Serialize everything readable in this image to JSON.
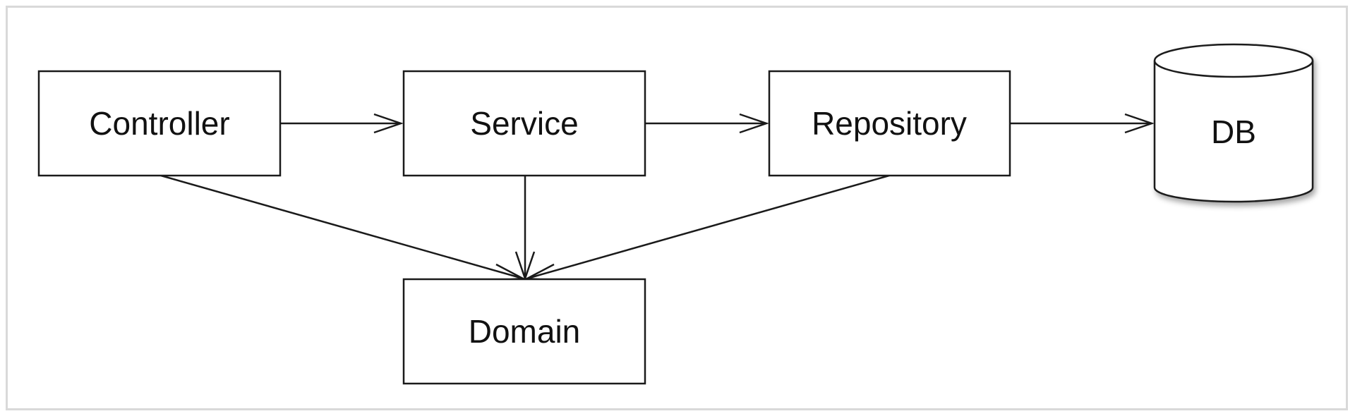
{
  "diagram": {
    "nodes": {
      "controller": "Controller",
      "service": "Service",
      "repository": "Repository",
      "db": "DB",
      "domain": "Domain"
    },
    "edges": [
      {
        "from": "controller",
        "to": "service"
      },
      {
        "from": "service",
        "to": "repository"
      },
      {
        "from": "repository",
        "to": "db"
      },
      {
        "from": "controller",
        "to": "domain"
      },
      {
        "from": "service",
        "to": "domain"
      },
      {
        "from": "repository",
        "to": "domain"
      }
    ]
  }
}
